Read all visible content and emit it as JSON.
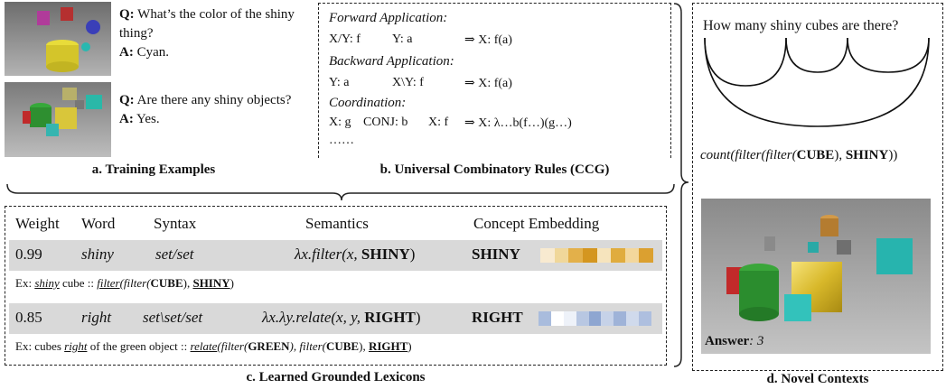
{
  "training": {
    "ex1": {
      "q_label": "Q:",
      "q_text": "What’s the color of the shiny thing?",
      "a_label": "A:",
      "a_text": "Cyan."
    },
    "ex2": {
      "q_label": "Q:",
      "q_text": "Are there any shiny objects?",
      "a_label": "A:",
      "a_text": "Yes."
    },
    "caption": "a. Training Examples"
  },
  "rules": {
    "fwd_title": "Forward Application:",
    "fwd": [
      "X/Y: f",
      "Y: a",
      "⇒ X: f(a)"
    ],
    "bwd_title": "Backward Application:",
    "bwd": [
      "Y: a",
      "X\\Y: f",
      "⇒ X: f(a)"
    ],
    "coord_title": "Coordination:",
    "coord": [
      "X: g",
      "CONJ: b",
      "X: f",
      "⇒ X: λ…b(f…)(g…)"
    ],
    "ellipsis": "……",
    "caption": "b. Universal Combinatory Rules (CCG)"
  },
  "lexicon": {
    "headers": [
      "Weight",
      "Word",
      "Syntax",
      "Semantics",
      "Concept Embedding"
    ],
    "rows": [
      {
        "weight": "0.99",
        "word": "shiny",
        "syntax": "set/set",
        "semantics_pre": "λx.filter(x, ",
        "semantics_concept": "SHINY",
        "semantics_post": ")",
        "concept": "SHINY",
        "example": {
          "prefix": "Ex: ",
          "word": "shiny",
          "mid": " cube :: ",
          "fn": "filter",
          "rest_pre": "(filter(",
          "rest_bold": "CUBE",
          "rest_mid": "), ",
          "concept": "SHINY",
          "rest_end": ")"
        }
      },
      {
        "weight": "0.85",
        "word": "right",
        "syntax": "set\\set/set",
        "semantics_pre": "λx.λy.relate(x, y, ",
        "semantics_concept": "RIGHT",
        "semantics_post": ")",
        "concept": "RIGHT",
        "example": {
          "prefix": "Ex: cubes ",
          "word": "right",
          "mid": " of the green object :: ",
          "fn": "relate",
          "rest_pre": "(filter(",
          "rest_bold": "GREEN",
          "rest_mid": "), filter(",
          "rest_bold2": "CUBE",
          "rest_mid2": "), ",
          "concept": "RIGHT",
          "rest_end": ")"
        }
      }
    ],
    "caption": "c. Learned Grounded Lexicons",
    "shiny_colors": [
      "#f8ead0",
      "#f0d79a",
      "#e3b04a",
      "#d49620",
      "#f6e4bd",
      "#e0ac3e",
      "#f3d79c",
      "#dba030"
    ],
    "right_colors": [
      "#a9bcdd",
      "#ffffff",
      "#eef2f9",
      "#b8c7e2",
      "#8ea6d1",
      "#c6d2e8",
      "#9fb3d8",
      "#d0daec",
      "#aebfdf"
    ]
  },
  "novel": {
    "question": "How many shiny cubes are there?",
    "program_pre": "count(filter(filter(",
    "program_b1": "CUBE",
    "program_mid": "), ",
    "program_b2": "SHINY",
    "program_end": "))",
    "answer_label": "Answer",
    "answer_value": ": 3",
    "caption": "d. Novel Contexts"
  }
}
